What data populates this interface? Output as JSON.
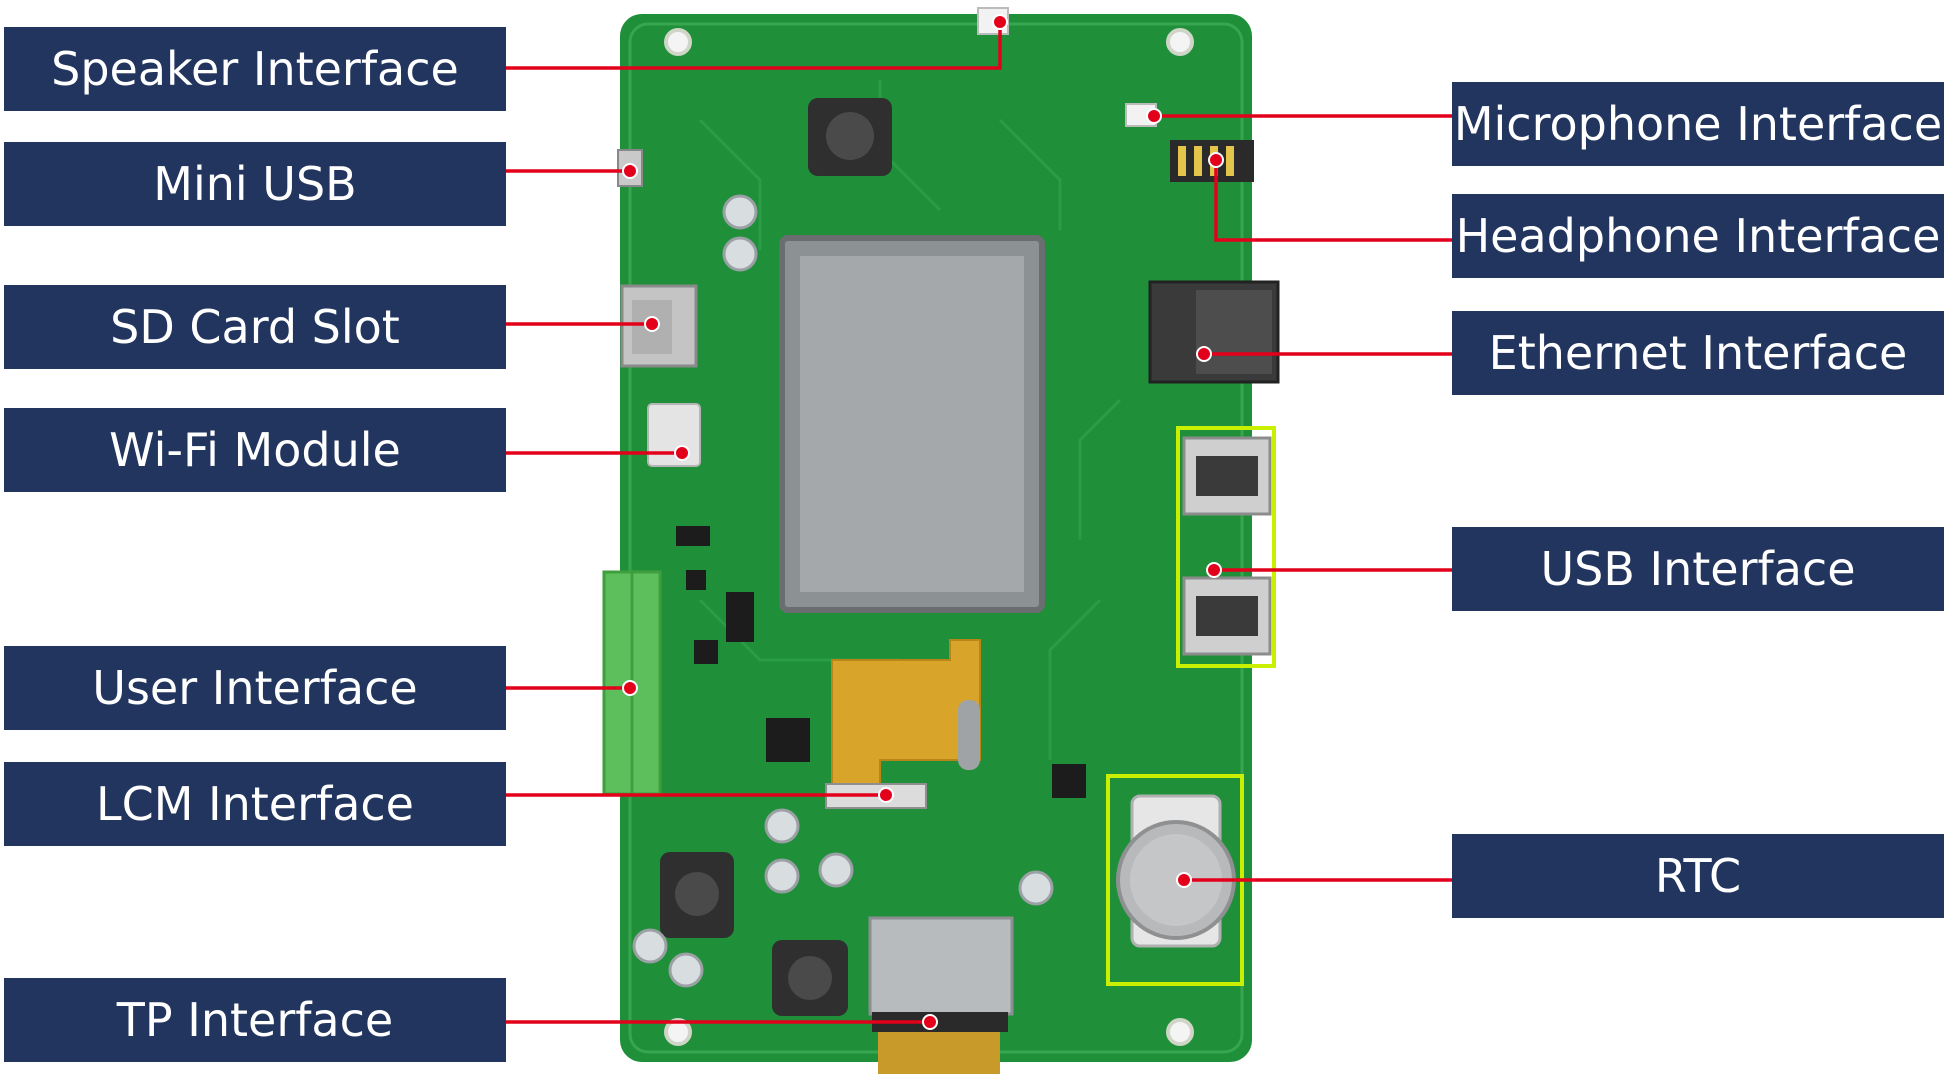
{
  "labels": {
    "speaker": "Speaker Interface",
    "mini_usb": "Mini USB",
    "sd_card": "SD Card Slot",
    "wifi": "Wi-Fi Module",
    "user": "User Interface",
    "lcm": "LCM Interface",
    "tp": "TP Interface",
    "microphone": "Microphone Interface",
    "headphone": "Headphone Interface",
    "ethernet": "Ethernet Interface",
    "usb": "USB Interface",
    "rtc": "RTC"
  },
  "colors": {
    "label_bg": "#22355e",
    "label_text": "#ffffff",
    "pcb": "#1f8f3a",
    "pointer": "#e3001b",
    "highlight": "#c8f000"
  }
}
